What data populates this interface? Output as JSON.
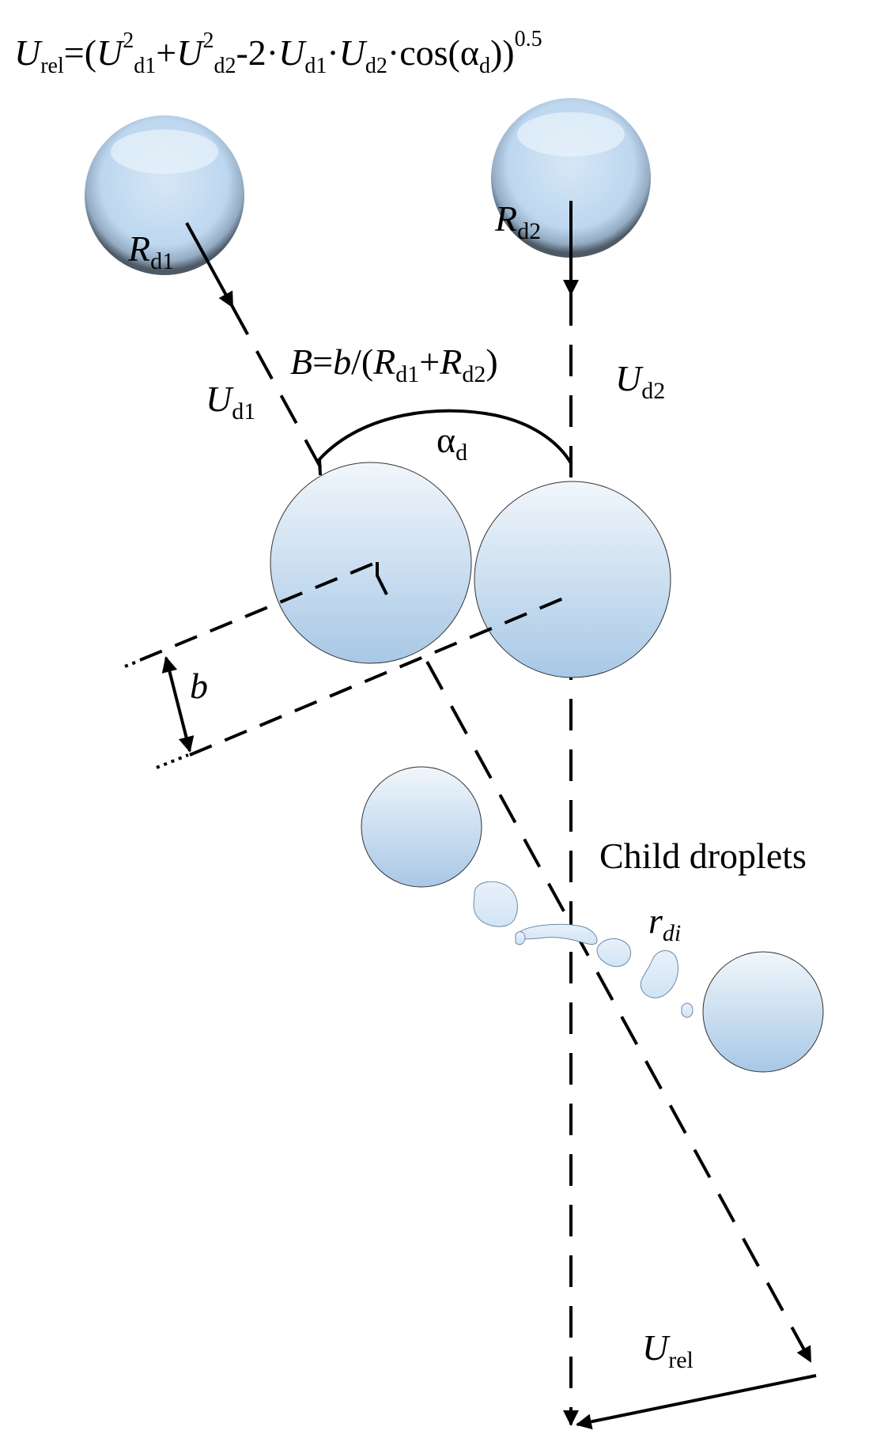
{
  "formula": {
    "lhs_symbol": "U",
    "lhs_sub": "rel",
    "equals": "=(",
    "t1_symbol": "U",
    "t1_sup": "2",
    "t1_sub": "d1",
    "plus": "+",
    "t2_symbol": "U",
    "t2_sup": "2",
    "t2_sub": "d2",
    "minus_two": "-2·",
    "t3_symbol": "U",
    "t3_sub": "d1",
    "dot": "·",
    "t4_symbol": "U",
    "t4_sub": "d2",
    "cos_open": "·cos(α",
    "cos_sub": "d",
    "close": "))",
    "exponent": "0.5"
  },
  "droplet_1": {
    "radius_symbol": "R",
    "radius_sub": "d1",
    "velocity_symbol": "U",
    "velocity_sub": "d1"
  },
  "droplet_2": {
    "radius_symbol": "R",
    "radius_sub": "d2",
    "velocity_symbol": "U",
    "velocity_sub": "d2"
  },
  "impact": {
    "B_symbol": "B",
    "B_equals": "=",
    "b_symbol": "b",
    "slash_open": "/(",
    "R1": "R",
    "R1_sub": "d1",
    "plus": "+",
    "R2": "R",
    "R2_sub": "d2",
    "close": ")",
    "b_label": "b"
  },
  "angle": {
    "symbol": "α",
    "sub": "d"
  },
  "child": {
    "title": "Child droplets",
    "r_symbol": "r",
    "r_sub": "di"
  },
  "relative_velocity": {
    "symbol": "U",
    "sub": "rel"
  },
  "colors": {
    "droplet_light": "#eef4fa",
    "droplet_mid": "#c9def1",
    "droplet_dark": "#a9c8e6",
    "stroke": "#000000"
  }
}
